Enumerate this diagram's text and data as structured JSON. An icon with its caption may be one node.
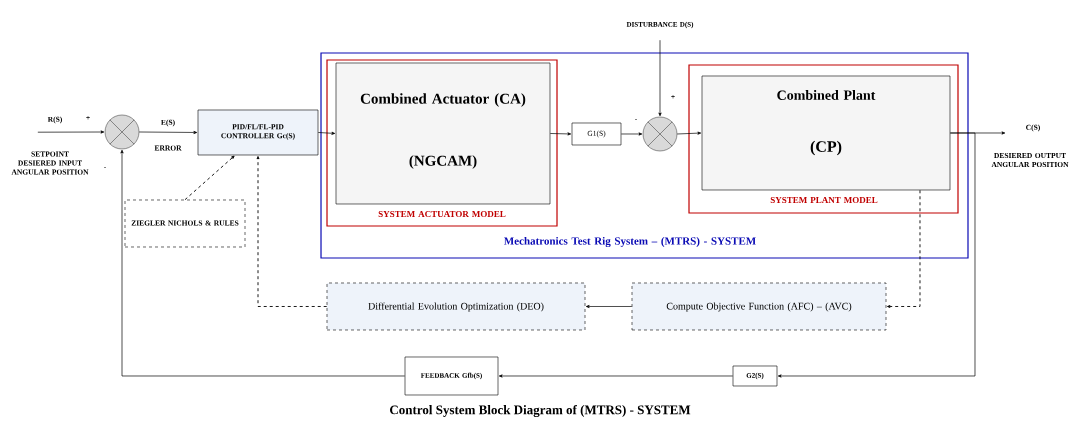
{
  "diagram": {
    "caption": "Control System Block Diagram of (MTRS) - SYSTEM",
    "nodes": [
      {
        "text": [],
        "shape": "circle"
      },
      {
        "text": [
          "PID/FL/FL-PID CONTROLLER Gc(S)"
        ]
      },
      {
        "text": [
          "ZIEGLER NICHOLS & RULES"
        ]
      },
      {
        "text": [
          "Mechatronics Test Rig System – (MTRS) - SYSTEM"
        ]
      },
      {
        "text": [
          "SYSTEM ACTUATOR MODEL"
        ],
        "in": 3
      },
      {
        "text": [
          "Combined Actuator (CA)",
          "(NGCAM)"
        ],
        "in": 4
      },
      {
        "text": [
          "G1(S)"
        ],
        "in": 3
      },
      {
        "text": [],
        "shape": "circle",
        "in": 3
      },
      {
        "text": [
          "SYSTEM PLANT MODEL"
        ],
        "in": 3
      },
      {
        "text": [
          "Combined Plant",
          "(CP)"
        ],
        "in": 8
      },
      {
        "text": [
          "DISTURBANCE D(S)"
        ]
      },
      {
        "text": [
          "Differential Evolution Optimization (DEO)"
        ]
      },
      {
        "text": [
          "Compute Objective Function (AFC) – (AVC)"
        ]
      },
      {
        "text": [
          "FEEDBACK Gfb(S)"
        ]
      },
      {
        "text": [
          "G2(S)"
        ]
      },
      {
        "text": [
          "R(S)"
        ]
      },
      {
        "text": [
          "C(S)"
        ]
      }
    ],
    "edges": [
      {
        "from": 15,
        "to": 0,
        "arrow": "to"
      },
      {
        "from": 0,
        "to": 1,
        "arrow": "to"
      },
      {
        "from": 1,
        "to": 5,
        "arrow": "to"
      },
      {
        "from": 5,
        "to": 6,
        "arrow": "to"
      },
      {
        "from": 6,
        "to": 7,
        "arrow": "to"
      },
      {
        "from": 10,
        "to": 7,
        "arrow": "to"
      },
      {
        "from": 7,
        "to": 9,
        "arrow": "to"
      },
      {
        "from": 9,
        "to": 16,
        "arrow": "to"
      },
      {
        "from": 9,
        "to": 14,
        "arrow": "to"
      },
      {
        "from": 14,
        "to": 13,
        "arrow": "to"
      },
      {
        "from": 13,
        "to": 0,
        "arrow": "to"
      },
      {
        "from": 9,
        "to": 12,
        "arrow": "to",
        "style": "dashed"
      },
      {
        "from": 12,
        "to": 11,
        "arrow": "to"
      },
      {
        "from": 11,
        "to": 1,
        "arrow": "to",
        "style": "dashed"
      },
      {
        "from": 2,
        "to": 1,
        "arrow": "to",
        "style": "dashed"
      }
    ],
    "labels": [
      "+",
      "SETPOINT DESIERED INPUT ANGULAR POSITION",
      "-",
      "E(S)",
      "ERROR",
      "+",
      "-",
      "DESIERED OUTPUT ANGULAR POSITION"
    ]
  }
}
